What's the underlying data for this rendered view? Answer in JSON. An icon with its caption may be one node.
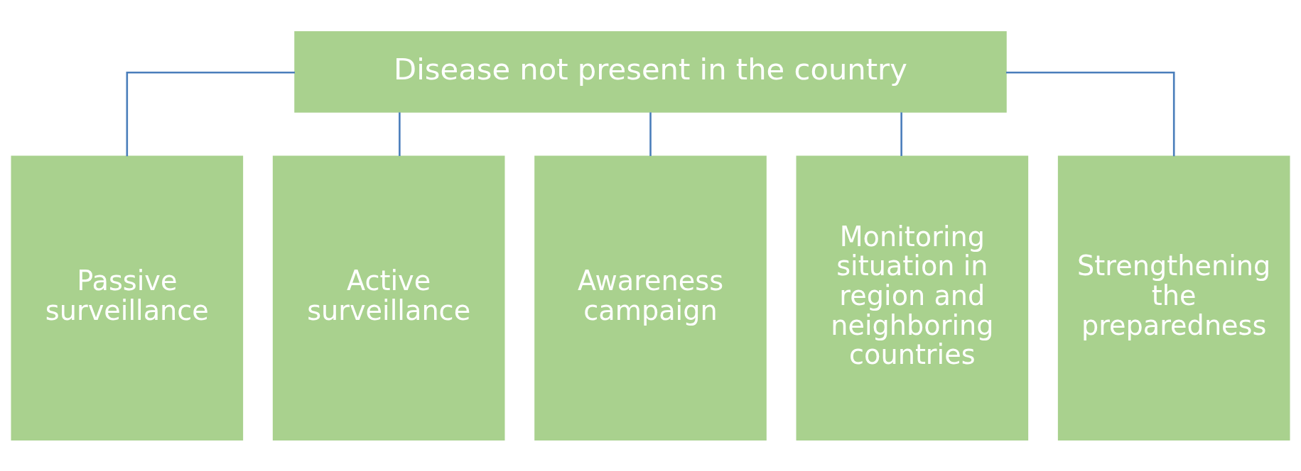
{
  "diagram": {
    "nodes": [
      {
        "text": [
          "Disease not present in the country"
        ]
      },
      {
        "text": [
          "Passive surveillance"
        ]
      },
      {
        "text": [
          "Active surveillance"
        ]
      },
      {
        "text": [
          "Awareness campaign"
        ]
      },
      {
        "text": [
          "Monitoring situation in region and neighboring countries"
        ]
      },
      {
        "text": [
          "Strengthening the preparedness"
        ]
      }
    ],
    "edges": [
      {
        "from": 0,
        "to": 1,
        "arrow": "none"
      },
      {
        "from": 0,
        "to": 2,
        "arrow": "none"
      },
      {
        "from": 0,
        "to": 3,
        "arrow": "none"
      },
      {
        "from": 0,
        "to": 4,
        "arrow": "none"
      },
      {
        "from": 0,
        "to": 5,
        "arrow": "none"
      }
    ]
  }
}
